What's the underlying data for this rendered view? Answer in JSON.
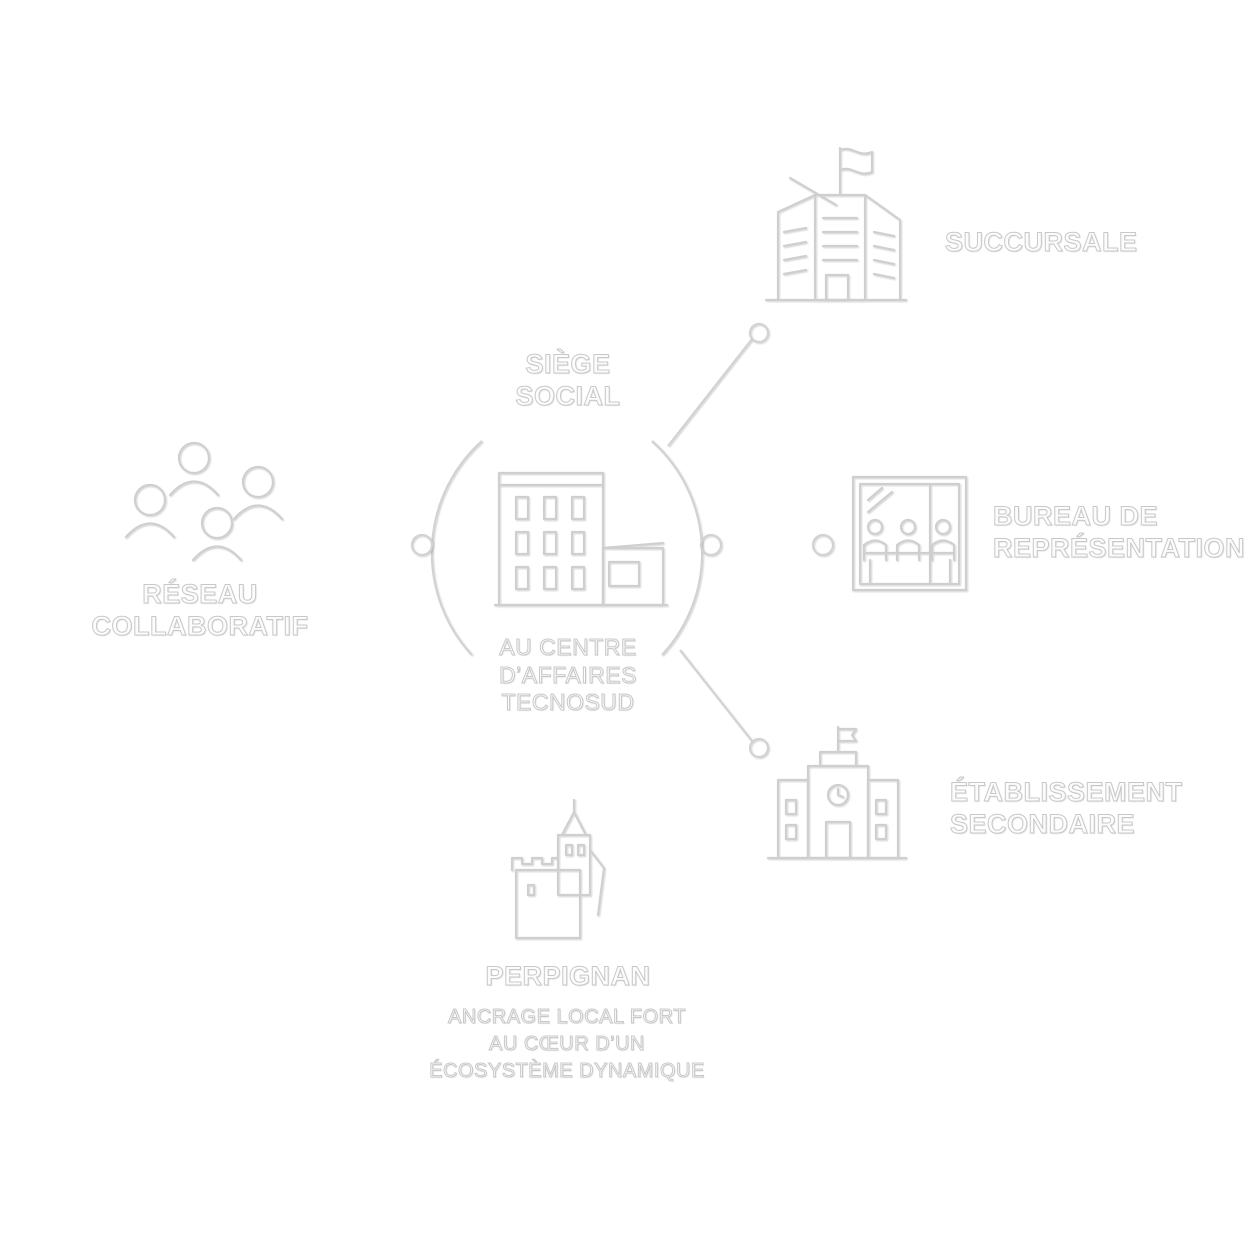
{
  "center": {
    "title_line1": "SIÈGE",
    "title_line2": "SOCIAL",
    "sub_line1": "AU CENTRE",
    "sub_line2": "D’AFFAIRES",
    "sub_line3": "TECNOSUD"
  },
  "branches": {
    "succursale": "SUCCURSALE",
    "bureau_line1": "BUREAU DE",
    "bureau_line2": "REPRÉSENTATION",
    "etablissement_line1": "ÉTABLISSEMENT",
    "etablissement_line2": "SECONDAIRE",
    "reseau_line1": "RÉSEAU",
    "reseau_line2": "COLLABORATIF"
  },
  "bottom": {
    "city": "PERPIGNAN",
    "desc_line1": "ANCRAGE LOCAL FORT",
    "desc_line2": "AU CŒUR D’UN",
    "desc_line3": "ÉCOSYSTÈME DYNAMIQUE"
  },
  "icons": [
    "office-building-icon",
    "branch-building-icon",
    "meeting-room-icon",
    "school-building-icon",
    "people-group-icon",
    "castle-tower-icon"
  ],
  "colors": {
    "background": "#ffffff",
    "emboss_stroke": "#c9c9c9",
    "text_fill": "#fcfcfc"
  }
}
